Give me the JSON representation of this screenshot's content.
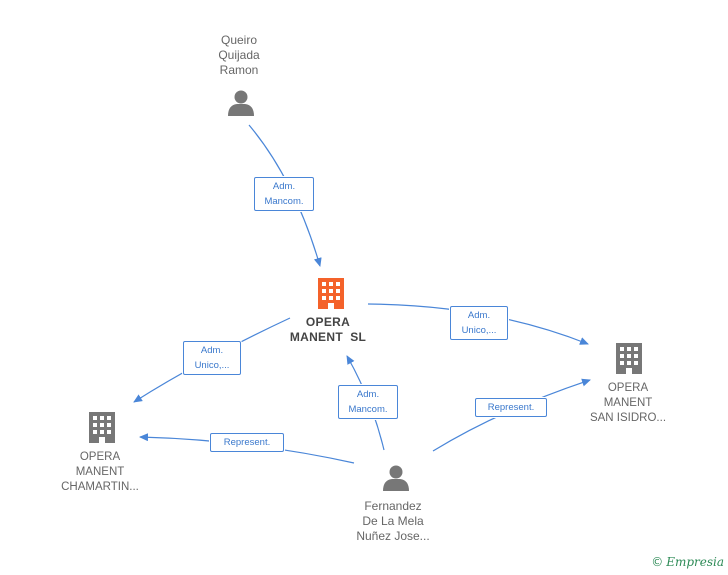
{
  "colors": {
    "edge": "#4a86d8",
    "main_company": "#f4622a",
    "company": "#777777",
    "person": "#777777"
  },
  "nodes": {
    "queiro": {
      "lines": [
        "Queiro",
        "Quijada",
        "Ramon"
      ],
      "icon": "person-icon"
    },
    "opera_sl": {
      "lines": [
        "OPERA",
        "MANENT  SL"
      ],
      "icon": "building-icon"
    },
    "san_isidro": {
      "lines": [
        "OPERA",
        "MANENT",
        "SAN ISIDRO..."
      ],
      "icon": "building-icon"
    },
    "chamartin": {
      "lines": [
        "OPERA",
        "MANENT",
        "CHAMARTIN..."
      ],
      "icon": "building-icon"
    },
    "fernandez": {
      "lines": [
        "Fernandez",
        "De La Mela",
        "Nuñez Jose..."
      ],
      "icon": "person-icon"
    }
  },
  "edge_labels": {
    "queiro_opera": [
      "Adm.",
      "Mancom."
    ],
    "opera_san_isidro": [
      "Adm.",
      "Unico,..."
    ],
    "opera_chamartin": [
      "Adm.",
      "Unico,..."
    ],
    "fernandez_opera": [
      "Adm.",
      "Mancom."
    ],
    "fernandez_san_isidro": [
      "Represent."
    ],
    "fernandez_chamartin": [
      "Represent."
    ]
  },
  "brand": {
    "copyright": "©",
    "name": "Empresia"
  }
}
